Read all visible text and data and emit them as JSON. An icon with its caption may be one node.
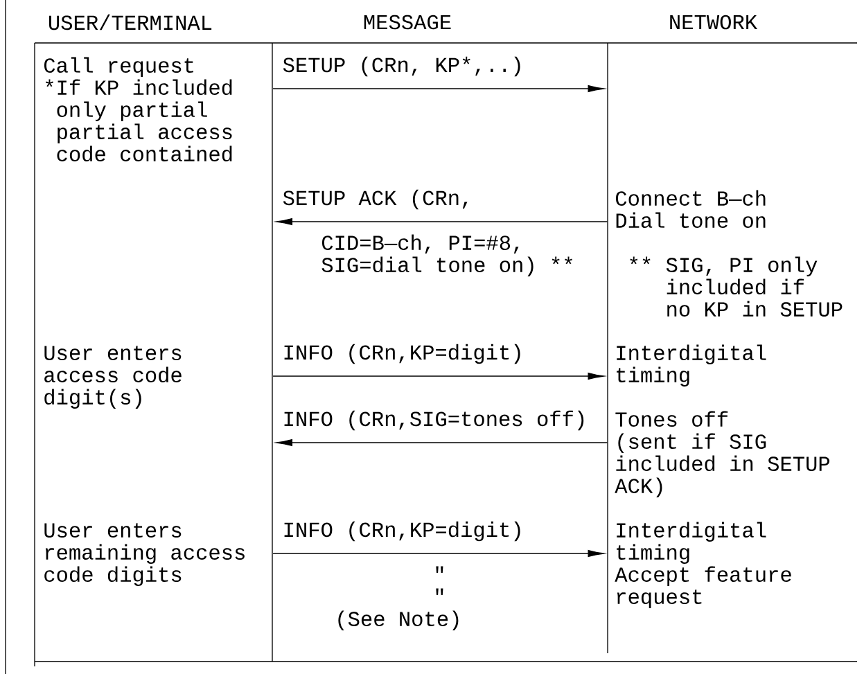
{
  "diagram": {
    "nodes": [
      {
        "text": [
          "USER/TERMINAL",
          "Call request",
          "*If KP included only partial partial access code contained",
          "User enters access code digit(s)",
          "User enters remaining access code digits"
        ]
      },
      {
        "text": [
          "NETWORK",
          "Connect B—ch Dial tone on",
          "** SIG, PI only included if no KP in SETUP",
          "Interdigital timing",
          "Tones off (sent if SIG included in SETUP ACK)",
          "Interdigital timing Accept feature request"
        ]
      }
    ],
    "edges": [
      {
        "from": 0,
        "to": 1,
        "arrow": "to",
        "label": "SETUP (CRn, KP*,..)"
      },
      {
        "from": 1,
        "to": 0,
        "arrow": "to",
        "label": "SETUP ACK (CRn,"
      },
      {
        "from": 0,
        "to": 1,
        "arrow": "to",
        "label": "INFO (CRn,KP=digit)"
      },
      {
        "from": 1,
        "to": 0,
        "arrow": "to",
        "label": "INFO (CRn,SIG=tones off)"
      },
      {
        "from": 0,
        "to": 1,
        "arrow": "to",
        "label": "INFO (CRn,KP=digit)"
      }
    ],
    "labels": [
      "MESSAGE",
      "CID=B—ch, PI=#8, SIG=dial tone on) **",
      "\"",
      "\"",
      "(See Note)"
    ]
  }
}
